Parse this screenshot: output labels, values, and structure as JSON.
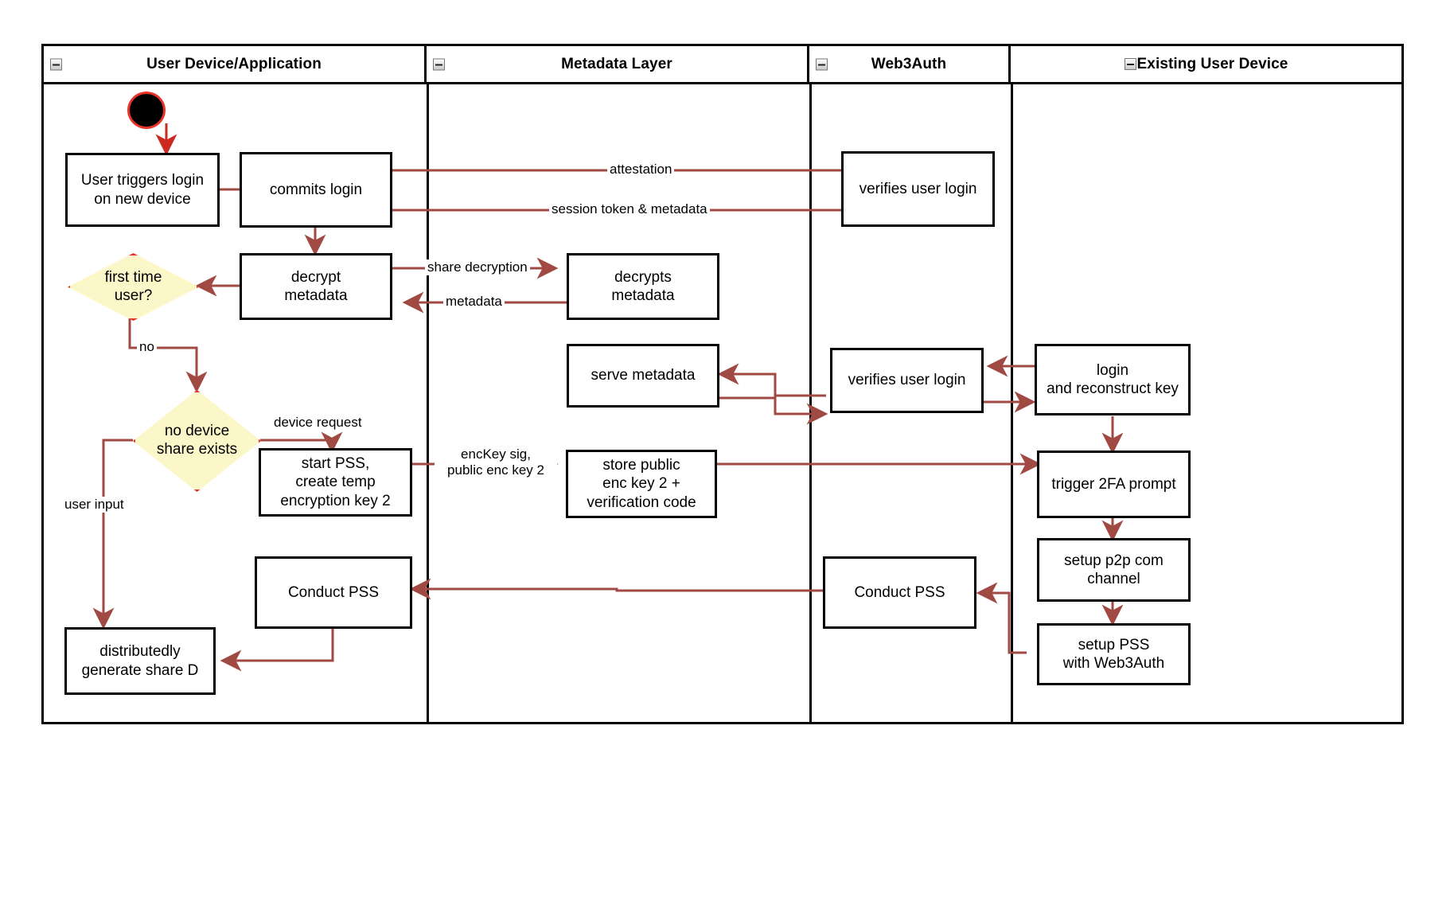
{
  "diagram": {
    "type": "swimlane-activity-diagram",
    "lanes": [
      {
        "id": "user-device",
        "title": "User Device/Application",
        "collapse_icon": "minus-box-icon"
      },
      {
        "id": "metadata-layer",
        "title": "Metadata Layer",
        "collapse_icon": "minus-box-icon"
      },
      {
        "id": "web3auth",
        "title": "Web3Auth",
        "collapse_icon": "minus-box-icon"
      },
      {
        "id": "existing-user-device",
        "title": "Existing User Device",
        "collapse_icon": "minus-box-icon"
      }
    ],
    "start_node": {
      "name": "start-node"
    },
    "nodes": [
      {
        "id": "user-triggers-login",
        "lane": "user-device",
        "shape": "rect",
        "label": "User triggers login\non new device"
      },
      {
        "id": "commits-login",
        "lane": "user-device",
        "shape": "rect",
        "label": "commits login"
      },
      {
        "id": "decrypt-metadata",
        "lane": "user-device",
        "shape": "rect",
        "label": "decrypt\nmetadata"
      },
      {
        "id": "first-time-user",
        "lane": "user-device",
        "shape": "diamond",
        "label": "first time\nuser?"
      },
      {
        "id": "no-device-share-exists",
        "lane": "user-device",
        "shape": "diamond",
        "label": "no device\nshare exists"
      },
      {
        "id": "start-pss-create-temp-key",
        "lane": "user-device",
        "shape": "rect",
        "label": "start PSS,\ncreate temp\nencryption key 2"
      },
      {
        "id": "conduct-pss-user",
        "lane": "user-device",
        "shape": "rect",
        "label": "Conduct PSS"
      },
      {
        "id": "distributedly-generate-share-d",
        "lane": "user-device",
        "shape": "rect",
        "label": "distributedly\ngenerate share D"
      },
      {
        "id": "decrypts-metadata",
        "lane": "metadata-layer",
        "shape": "rect",
        "label": "decrypts\nmetadata"
      },
      {
        "id": "serve-metadata",
        "lane": "metadata-layer",
        "shape": "rect",
        "label": "serve metadata"
      },
      {
        "id": "store-public-enc-key",
        "lane": "metadata-layer",
        "shape": "rect",
        "label": "store public\nenc key 2 +\nverification code"
      },
      {
        "id": "verifies-user-login-1",
        "lane": "web3auth",
        "shape": "rect",
        "label": "verifies user login"
      },
      {
        "id": "verifies-user-login-2",
        "lane": "web3auth",
        "shape": "rect",
        "label": "verifies user login"
      },
      {
        "id": "conduct-pss-web3auth",
        "lane": "web3auth",
        "shape": "rect",
        "label": "Conduct PSS"
      },
      {
        "id": "login-and-reconstruct-key",
        "lane": "existing-user-device",
        "shape": "rect",
        "label": "login\nand reconstruct key"
      },
      {
        "id": "trigger-2fa-prompt",
        "lane": "existing-user-device",
        "shape": "rect",
        "label": "trigger 2FA prompt"
      },
      {
        "id": "setup-p2p-com-channel",
        "lane": "existing-user-device",
        "shape": "rect",
        "label": "setup p2p com\nchannel"
      },
      {
        "id": "setup-pss-with-web3auth",
        "lane": "existing-user-device",
        "shape": "rect",
        "label": "setup PSS\nwith Web3Auth"
      }
    ],
    "edge_labels": [
      {
        "id": "attestation",
        "text": "attestation"
      },
      {
        "id": "session-token-metadata",
        "text": "session token & metadata"
      },
      {
        "id": "share-decryption",
        "text": "share decryption"
      },
      {
        "id": "metadata",
        "text": "metadata"
      },
      {
        "id": "no",
        "text": "no"
      },
      {
        "id": "device-request",
        "text": "device request"
      },
      {
        "id": "user-input",
        "text": "user input"
      },
      {
        "id": "enckey-sig-public-enc-key-2",
        "text": "encKey sig,\npublic enc key 2"
      }
    ],
    "colors": {
      "edge": "#a04a43",
      "decision_border": "#e8332a",
      "decision_fill": "#fcf7c8",
      "node_border": "#000000",
      "start_fill": "#000000",
      "start_border": "#e8332a",
      "background": "#ffffff"
    }
  }
}
